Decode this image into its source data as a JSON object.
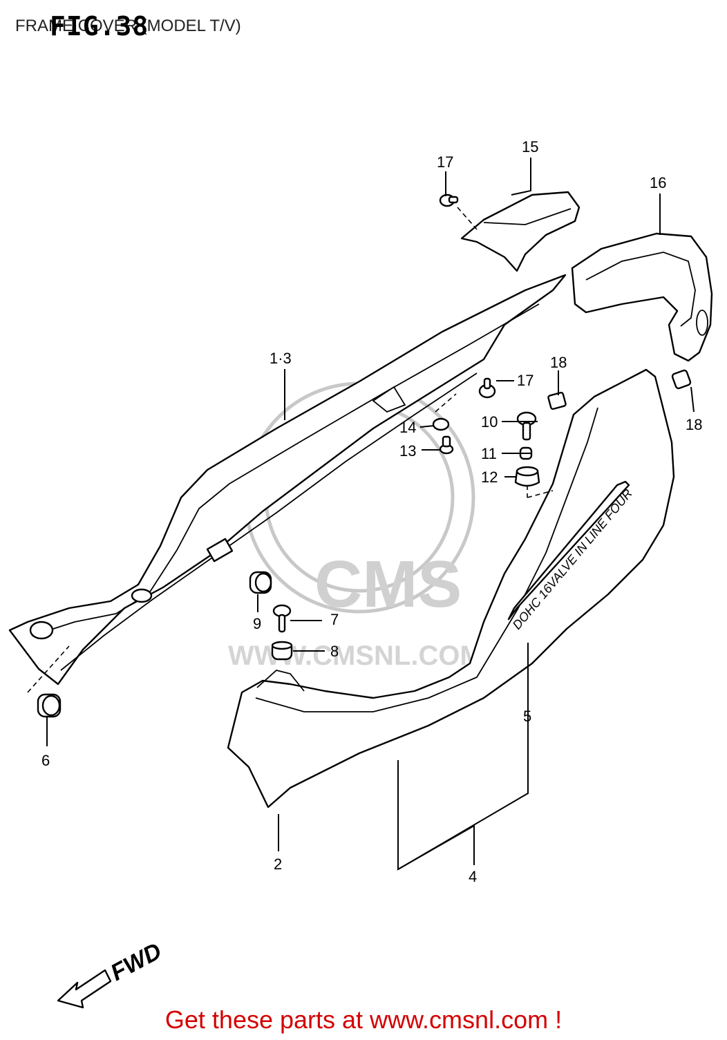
{
  "header": {
    "fig_label": "FIG.38",
    "title": "FRAME COVER (MODEL T/V)"
  },
  "callouts": [
    "1·3",
    "2",
    "4",
    "5",
    "6",
    "7",
    "8",
    "9",
    "10",
    "11",
    "12",
    "13",
    "14",
    "15",
    "16",
    "17",
    "17",
    "18",
    "18"
  ],
  "decal_text": "DOHC 16VALVE IN LINE FOUR",
  "direction_label": "FWD",
  "watermark": {
    "brand": "CMS",
    "url": "WWW.CMSNL.COM"
  },
  "footer": {
    "cta": "Get these parts at www.cmsnl.com !"
  }
}
